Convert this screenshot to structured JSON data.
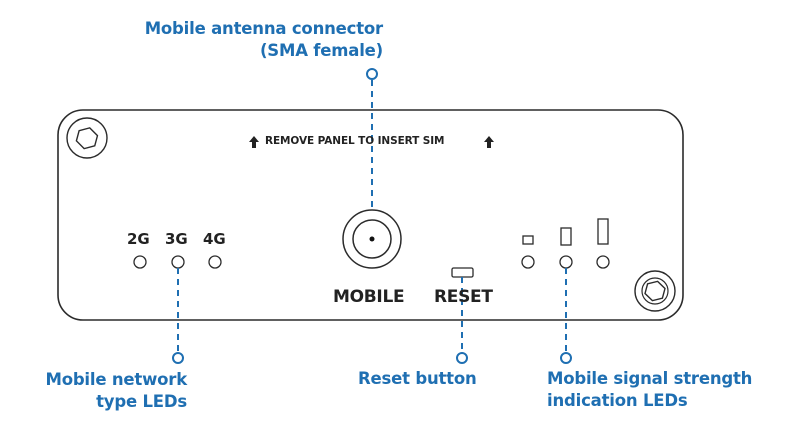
{
  "colors": {
    "callout_blue": "#1f6fb2",
    "outline": "#2b2b2b",
    "background": "#ffffff"
  },
  "panel": {
    "sim_note": "REMOVE PANEL TO INSERT SIM",
    "sim_note_icon": "arrow-up-icon",
    "network_labels": [
      "2G",
      "3G",
      "4G"
    ],
    "mobile_label": "MOBILE",
    "reset_label": "RESET",
    "screw_icon": "hex-screw-icon",
    "antenna_icon": "sma-connector-icon",
    "signal_bar_icons": [
      "signal-bar-low-icon",
      "signal-bar-medium-icon",
      "signal-bar-high-icon"
    ]
  },
  "callouts": {
    "antenna": {
      "line1": "Mobile antenna connector",
      "line2": "(SMA female)"
    },
    "network_leds": {
      "line1": "Mobile network",
      "line2": "type LEDs"
    },
    "reset": {
      "line1": "Reset button"
    },
    "signal_leds": {
      "line1": "Mobile signal strength",
      "line2": "indication LEDs"
    }
  }
}
